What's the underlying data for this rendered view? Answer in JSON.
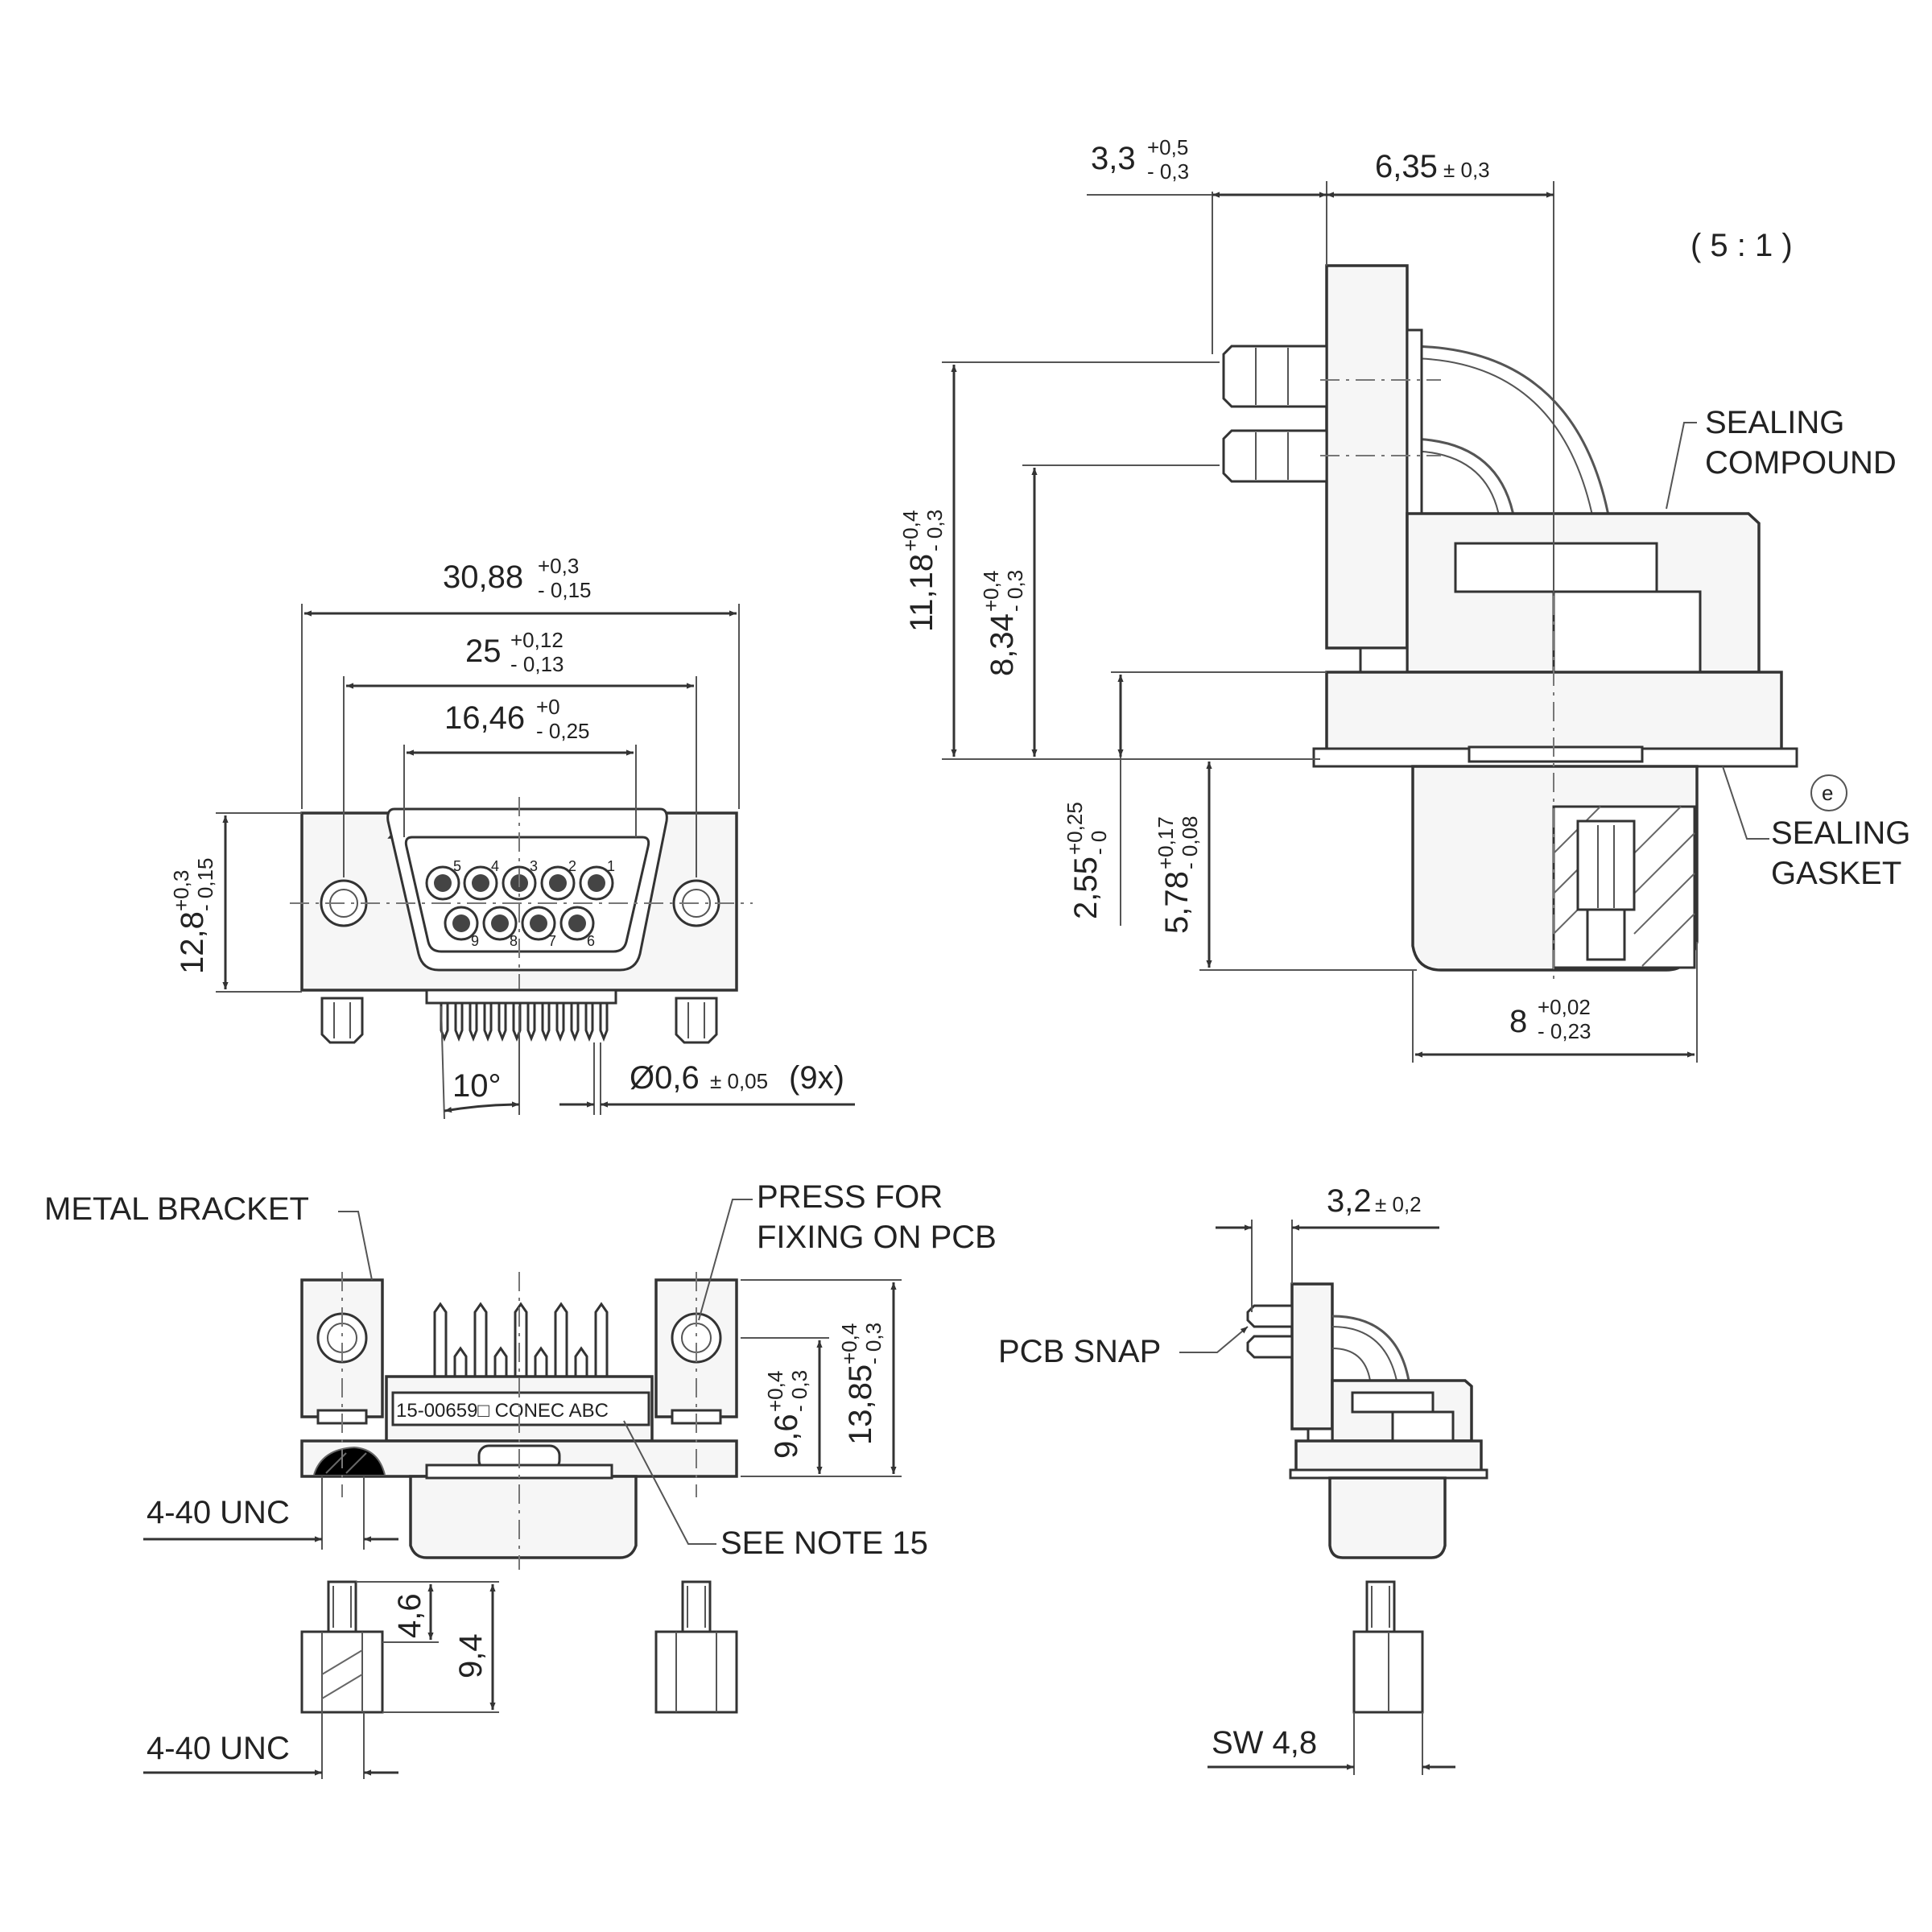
{
  "scale": "( 5 : 1 )",
  "front_view": {
    "width_overall": {
      "nominal": "30,88",
      "upper": "+0,3",
      "lower": "- 0,15"
    },
    "mount_spacing": {
      "nominal": "25",
      "upper": "+0,12",
      "lower": "- 0,13"
    },
    "shell_width": {
      "nominal": "16,46",
      "upper": "+0",
      "lower": "- 0,25"
    },
    "height": {
      "nominal": "12,8",
      "upper": "+0,3",
      "lower": "- 0,15"
    },
    "pin_angle": "10°",
    "pin_diameter": {
      "nominal": "Ø0,6",
      "tol": "± 0,05",
      "count": "(9x)"
    },
    "contacts": [
      "5",
      "4",
      "3",
      "2",
      "1",
      "9",
      "8",
      "7",
      "6"
    ]
  },
  "side_view": {
    "pin_length": {
      "nominal": "3,3",
      "upper": "+0,5",
      "lower": "- 0,3"
    },
    "depth": {
      "nominal": "6,35",
      "tol": "± 0,3"
    },
    "height_total": {
      "nominal": "11,18",
      "upper": "+0,4",
      "lower": "- 0,3"
    },
    "height_row": {
      "nominal": "8,34",
      "upper": "+0,4",
      "lower": "- 0,3"
    },
    "flange_height": {
      "nominal": "2,55",
      "upper": "+0,25",
      "lower": "- 0"
    },
    "shell_depth": {
      "nominal": "5,78",
      "upper": "+0,17",
      "lower": "- 0,08"
    },
    "shell_height": {
      "nominal": "8",
      "upper": "+0,02",
      "lower": "- 0,23"
    },
    "sealing_compound": [
      "SEALING",
      "COMPOUND"
    ],
    "sealing_gasket": [
      "SEALING",
      "GASKET"
    ],
    "gasket_marker": "e"
  },
  "bottom_view": {
    "metal_bracket": "METAL BRACKET",
    "press_note": [
      "PRESS  FOR",
      "FIXING ON PCB"
    ],
    "marking": "15-00659□  CONEC  ABC",
    "height_a": {
      "nominal": "9,6",
      "upper": "+0,4",
      "lower": "- 0,3"
    },
    "height_b": {
      "nominal": "13,85",
      "upper": "+0,4",
      "lower": "- 0,3"
    },
    "thread_a": "4-40 UNC",
    "see_note": "SEE NOTE 15",
    "screw_len_a": "4,6",
    "screw_len_b": "9,4",
    "thread_b": "4-40 UNC"
  },
  "small_side_view": {
    "snap_offset": {
      "nominal": "3,2",
      "tol": "± 0,2"
    },
    "pcb_snap": "PCB SNAP",
    "wrench_size": "SW 4,8"
  }
}
